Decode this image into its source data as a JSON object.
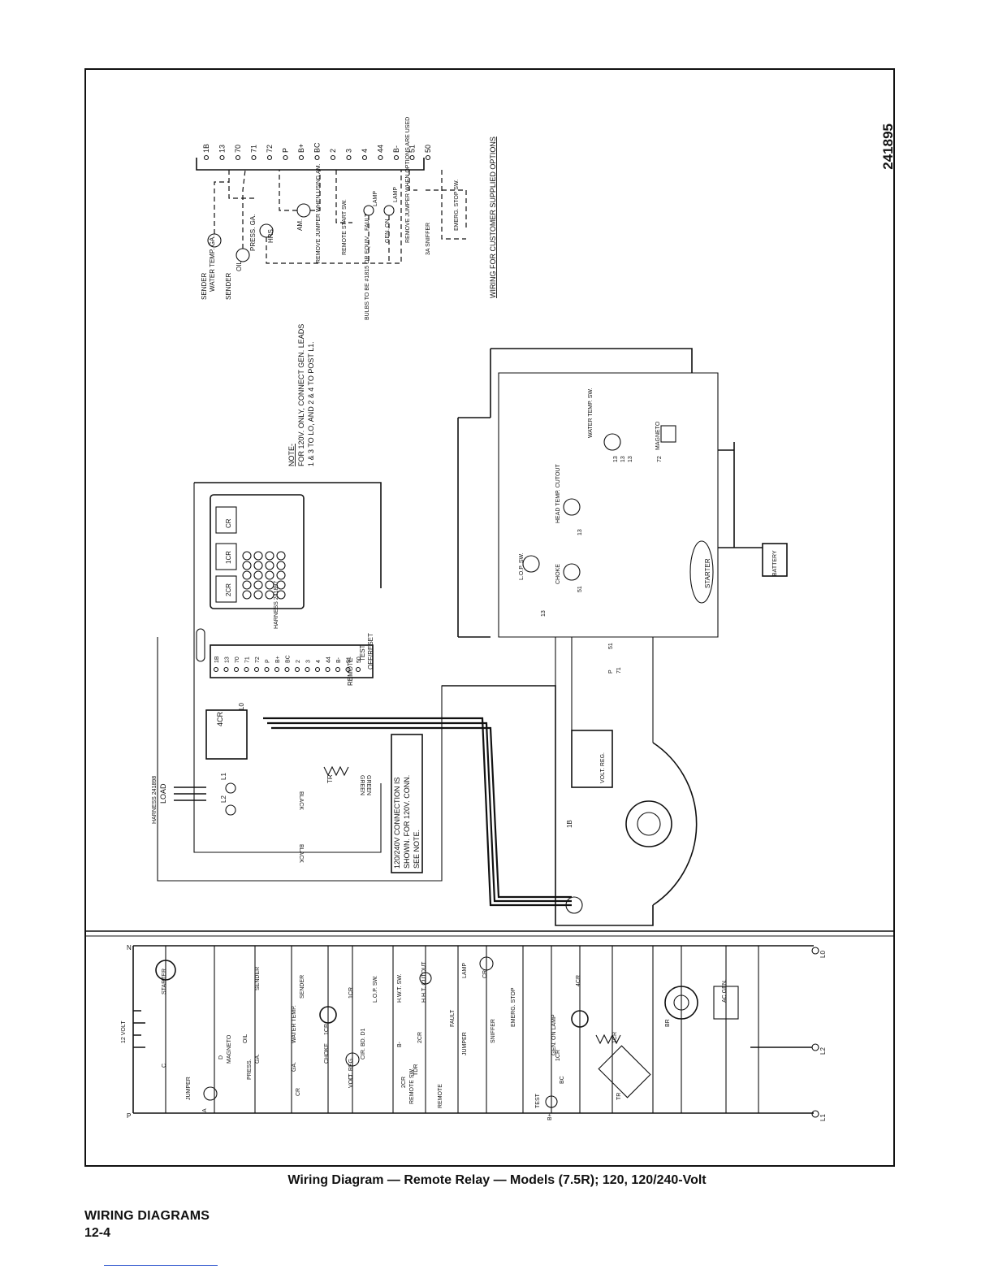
{
  "drawing_number": "241895",
  "caption": "Wiring Diagram — Remote Relay — Models (7.5R); 120, 120/240-Volt",
  "section_title": "WIRING DIAGRAMS",
  "page_number": "12-4",
  "customer_options": {
    "title": "WIRING FOR CUSTOMER SUPPLIED OPTIONS",
    "terminals": [
      "1B",
      "13",
      "70",
      "71",
      "72",
      "P",
      "B+",
      "BC",
      "2",
      "3",
      "4",
      "44",
      "B-",
      "51",
      "50"
    ],
    "labels": [
      "WATER TEMP. GA.",
      "SENDER",
      "SENDER",
      "OIL",
      "PRESS. GA.",
      "HRS.",
      "AM.",
      "REMOVE JUMPER WHEN USING AM.",
      "REMOTE START SW.",
      "FAULT",
      "LAMP",
      "GEN. ON",
      "LAMP",
      "BULBS TO BE #1815 OR EQUIV.",
      "REMOVE JUMPER WHEN OPTIONS ARE USED",
      "EMERG. STOP SW.",
      "3A SNIFFER"
    ]
  },
  "note": {
    "heading": "NOTE-",
    "line1": "FOR 120V. ONLY, CONNECT GEN. LEADS",
    "line2": "1 & 3 TO LO, AND 2 & 4 TO POST L1."
  },
  "controller": {
    "relays": [
      "CR",
      "1CR",
      "2CR"
    ],
    "harness_label": "HARNESS 241897",
    "terminal_strip": [
      "1B",
      "13",
      "70",
      "71",
      "72",
      "P",
      "B+",
      "BC",
      "2",
      "3",
      "4",
      "44",
      "B-",
      "51",
      "50"
    ],
    "switch_labels": [
      "REMOTE",
      "TEST",
      "OFF/RESET"
    ],
    "load_harness": "HARNESS 241898",
    "load_label": "LOAD",
    "load_terminals": [
      "L1",
      "L2",
      "L0"
    ],
    "relay_4cr": "4CR",
    "transformer_label": "TR",
    "wire_colors": [
      "BLACK",
      "GREEN",
      "GREEN",
      "BLACK"
    ],
    "connection_note": [
      "120/240V CONNECTION IS",
      "SHOWN. FOR 120V. CONN.",
      "SEE NOTE."
    ]
  },
  "engine": {
    "labels": [
      "WATER TEMP. SW.",
      "MAGNETO",
      "HEAD TEMP. CUTOUT",
      "L.O.P. SW.",
      "CHOKE",
      "STARTER",
      "BATTERY",
      "VOLT. REG."
    ],
    "wire_numbers": [
      "13",
      "13",
      "13",
      "72",
      "13",
      "51",
      "13",
      "51",
      "P",
      "71",
      "1B"
    ]
  },
  "schematic": {
    "rail_labels": [
      "N",
      "P",
      "L0",
      "L2",
      "L1"
    ],
    "labels": [
      "12 VOLT",
      "STARTER",
      "C",
      "JUMPER",
      "A",
      "MAGNETO",
      "OIL",
      "GA.",
      "PRESS.",
      "SENDER",
      "WATER TEMP.",
      "GA.",
      "SENDER",
      "CR",
      "1CR",
      "CHOKE",
      "C",
      "1CR",
      "L.O.P. SW.",
      "H.W.T. SW.",
      "H.H.T. CUTOUT",
      "CIR. BD. D1",
      "2CR",
      "FAULT",
      "LAMP",
      "JUMPER",
      "SNIFFER",
      "EMERG. STOP",
      "CR",
      "TDR",
      "REMOTE SW.",
      "REMOTE",
      "TEST",
      "GEN. ON LAMP",
      "4CR",
      "1CR",
      "TR",
      "BR",
      "AC GEN.",
      "VOLT. REG.",
      "1CR",
      "D",
      "B+",
      "B-",
      "BC",
      "2CR"
    ]
  }
}
